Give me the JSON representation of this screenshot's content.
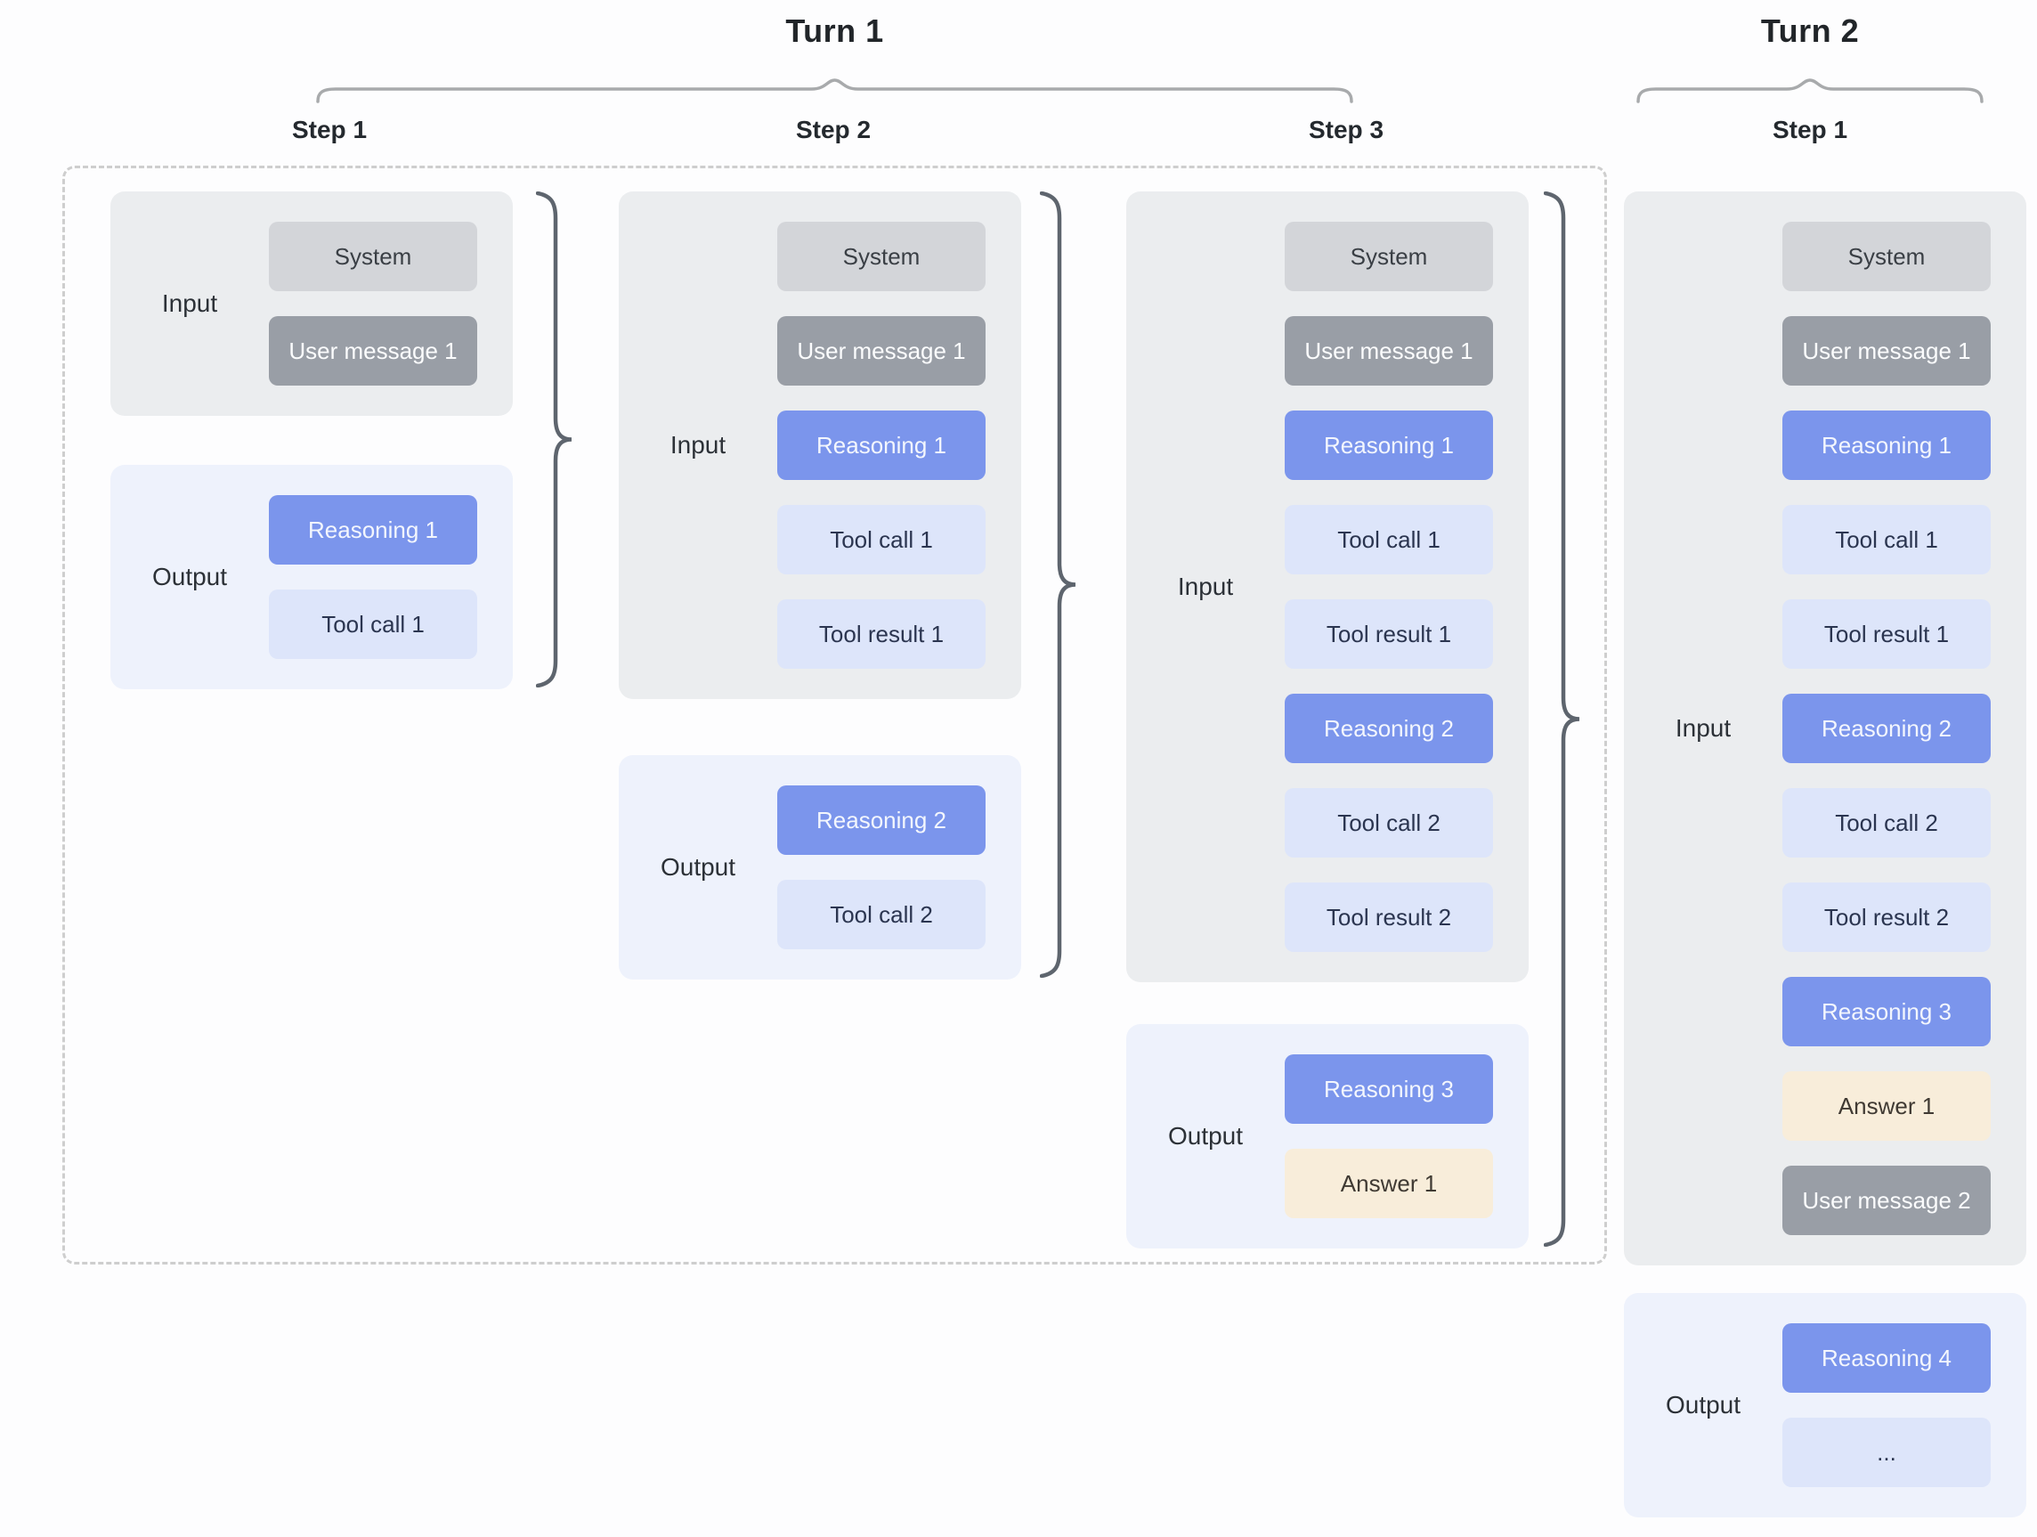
{
  "colors": {
    "page_bg": "#fdfdfe",
    "panel_input_bg": "#ebedef",
    "panel_output_bg": "#eef2fc",
    "chip_system_bg": "#d3d5d9",
    "chip_user_bg": "#999ea6",
    "chip_reasoning_bg": "#7b95ec",
    "chip_tool_bg": "#dde5fa",
    "chip_answer_bg": "#f8edda",
    "brace_dark": "#5e656e",
    "brace_light": "#a8aaac",
    "dashed_border": "#cecece"
  },
  "turns": [
    {
      "title": "Turn 1",
      "steps": [
        {
          "label": "Step 1",
          "input": {
            "label": "Input",
            "chips": [
              {
                "text": "System",
                "type": "system"
              },
              {
                "text": "User message 1",
                "type": "user"
              }
            ]
          },
          "output": {
            "label": "Output",
            "chips": [
              {
                "text": "Reasoning 1",
                "type": "reasoning"
              },
              {
                "text": "Tool call 1",
                "type": "tool"
              }
            ]
          }
        },
        {
          "label": "Step 2",
          "input": {
            "label": "Input",
            "chips": [
              {
                "text": "System",
                "type": "system"
              },
              {
                "text": "User message 1",
                "type": "user"
              },
              {
                "text": "Reasoning 1",
                "type": "reasoning"
              },
              {
                "text": "Tool call 1",
                "type": "tool"
              },
              {
                "text": "Tool result 1",
                "type": "tool"
              }
            ]
          },
          "output": {
            "label": "Output",
            "chips": [
              {
                "text": "Reasoning 2",
                "type": "reasoning"
              },
              {
                "text": "Tool call 2",
                "type": "tool"
              }
            ]
          }
        },
        {
          "label": "Step 3",
          "input": {
            "label": "Input",
            "chips": [
              {
                "text": "System",
                "type": "system"
              },
              {
                "text": "User message 1",
                "type": "user"
              },
              {
                "text": "Reasoning 1",
                "type": "reasoning"
              },
              {
                "text": "Tool call 1",
                "type": "tool"
              },
              {
                "text": "Tool result 1",
                "type": "tool"
              },
              {
                "text": "Reasoning 2",
                "type": "reasoning"
              },
              {
                "text": "Tool call 2",
                "type": "tool"
              },
              {
                "text": "Tool result 2",
                "type": "tool"
              }
            ]
          },
          "output": {
            "label": "Output",
            "chips": [
              {
                "text": "Reasoning 3",
                "type": "reasoning"
              },
              {
                "text": "Answer 1",
                "type": "answer"
              }
            ]
          }
        }
      ]
    },
    {
      "title": "Turn 2",
      "steps": [
        {
          "label": "Step 1",
          "input": {
            "label": "Input",
            "chips": [
              {
                "text": "System",
                "type": "system"
              },
              {
                "text": "User message 1",
                "type": "user"
              },
              {
                "text": "Reasoning 1",
                "type": "reasoning"
              },
              {
                "text": "Tool call 1",
                "type": "tool"
              },
              {
                "text": "Tool result 1",
                "type": "tool"
              },
              {
                "text": "Reasoning 2",
                "type": "reasoning"
              },
              {
                "text": "Tool call 2",
                "type": "tool"
              },
              {
                "text": "Tool result 2",
                "type": "tool"
              },
              {
                "text": "Reasoning 3",
                "type": "reasoning"
              },
              {
                "text": "Answer 1",
                "type": "answer"
              },
              {
                "text": "User message 2",
                "type": "user"
              }
            ]
          },
          "output": {
            "label": "Output",
            "chips": [
              {
                "text": "Reasoning 4",
                "type": "reasoning"
              },
              {
                "text": "...",
                "type": "ellipsis"
              }
            ]
          }
        }
      ]
    }
  ]
}
